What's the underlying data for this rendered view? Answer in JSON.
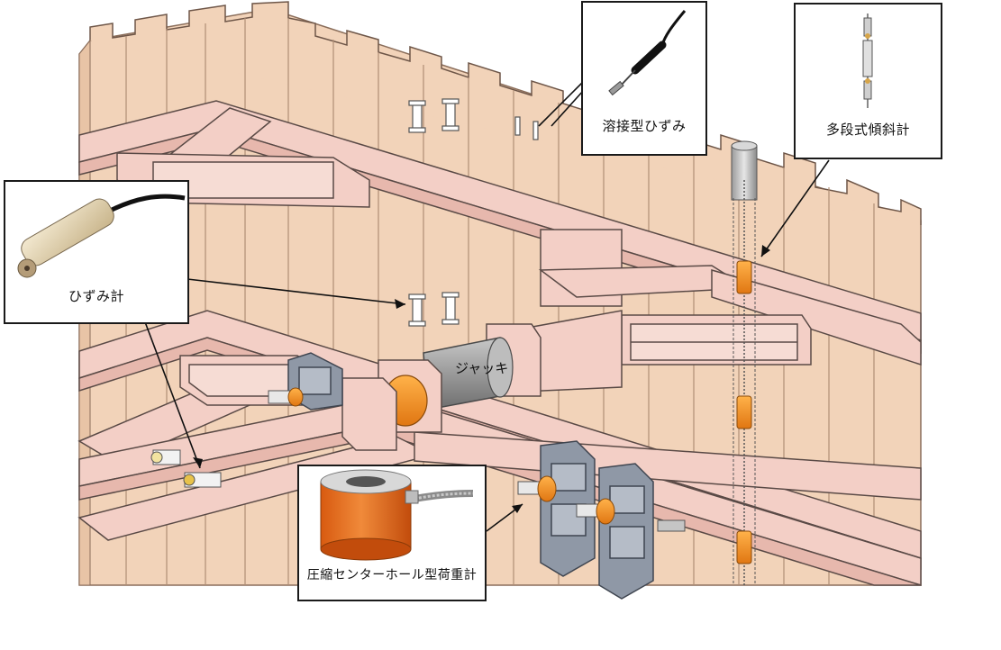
{
  "labels": {
    "weld_strain": "溶接型ひずみ",
    "inclinometer": "多段式傾斜計",
    "strain_gauge": "ひずみ計",
    "jack": "ジャッキ",
    "load_cell": "圧縮センターホール型荷重計"
  },
  "colors": {
    "wall": "#f2d3b9",
    "wall_line": "#8a6d5a",
    "beam": "#f3cfc6",
    "beam_line": "#5a4a46",
    "jack": "#9a9a9a",
    "orange": "#ef8a1e",
    "bracket": "#8f98a6"
  }
}
